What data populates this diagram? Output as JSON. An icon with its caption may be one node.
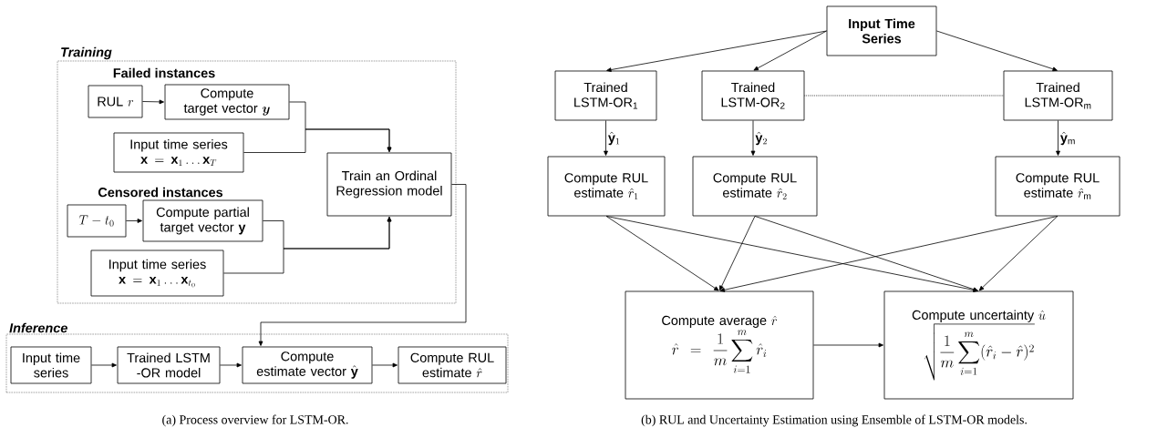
{
  "diagram": {
    "nodes": [
      {
        "text": [
          "Training"
        ]
      },
      {
        "text": [
          "RUL",
          "r"
        ],
        "in": 0
      },
      {
        "text": [
          "Compute target vector",
          "\\boldsymbol{y}"
        ],
        "in": 0
      },
      {
        "text": [
          "Input time series",
          "\\mathbf{x} = \\mathbf{x}_1 \\ldots \\mathbf{x}_T"
        ],
        "in": 0
      },
      {
        "text": [
          "Train an Ordinal Regression model"
        ],
        "in": 0
      },
      {
        "text": [
          "T - t_0"
        ],
        "in": 0
      },
      {
        "text": [
          "Compute partial target vector",
          "\\mathbf{y}"
        ],
        "in": 0
      },
      {
        "text": [
          "Input time series",
          "\\mathbf{x} = \\mathbf{x}_1 \\ldots \\mathbf{x}_{t_0}"
        ],
        "in": 0
      },
      {
        "text": [
          "Inference"
        ]
      },
      {
        "text": [
          "Input time series"
        ],
        "in": 8
      },
      {
        "text": [
          "Trained LSTM -OR model"
        ],
        "in": 8
      },
      {
        "text": [
          "Compute estimate vector",
          "\\hat{\\mathbf{y}}"
        ],
        "in": 8
      },
      {
        "text": [
          "Compute RUL estimate",
          "\\hat{r}"
        ],
        "in": 8
      },
      {
        "text": [
          "Input Time Series"
        ]
      },
      {
        "text": [
          "Trained LSTM-OR$_{1}$"
        ]
      },
      {
        "text": [
          "Trained LSTM-OR$_{2}$"
        ]
      },
      {
        "text": [
          "Trained LSTM-OR$_{m}$"
        ]
      },
      {
        "text": [
          "Compute RUL estimate",
          "\\hat{r}_1"
        ]
      },
      {
        "text": [
          "Compute RUL estimate",
          "\\hat{r}_2"
        ]
      },
      {
        "text": [
          "Compute RUL estimate",
          "\\hat{r}_{\\mathrm{m}}"
        ]
      },
      {
        "text": [
          "Compute average",
          "\\hat{r}",
          "\\hat{r} = \\frac{1}{m}\\sum_{i=1}^{m}\\hat{r}_i"
        ]
      },
      {
        "text": [
          "Compute uncertainty",
          "\\hat{u}",
          "\\sqrt{\\frac{1}{m}\\sum_{i=1}^{m}(\\hat{r}_i-\\hat{r})^2}"
        ]
      }
    ],
    "edges": [
      {
        "from": 1,
        "to": 2,
        "arrow": "to"
      },
      {
        "from": 2,
        "to": 4,
        "arrow": "to"
      },
      {
        "from": 3,
        "to": 4,
        "arrow": "to"
      },
      {
        "from": 5,
        "to": 6,
        "arrow": "to"
      },
      {
        "from": 6,
        "to": 4,
        "arrow": "to"
      },
      {
        "from": 7,
        "to": 4,
        "arrow": "to"
      },
      {
        "from": 4,
        "to": 11,
        "arrow": "to"
      },
      {
        "from": 9,
        "to": 10,
        "arrow": "to"
      },
      {
        "from": 10,
        "to": 11,
        "arrow": "to"
      },
      {
        "from": 11,
        "to": 12,
        "arrow": "to"
      },
      {
        "from": 13,
        "to": 14,
        "arrow": "to"
      },
      {
        "from": 13,
        "to": 15,
        "arrow": "to"
      },
      {
        "from": 13,
        "to": 16,
        "arrow": "to"
      },
      {
        "from": 15,
        "to": 16,
        "arrow": "none",
        "style": "dashed"
      },
      {
        "from": 14,
        "to": 17,
        "arrow": "to",
        "label": "\\hat{\\mathbf{y}}_1"
      },
      {
        "from": 15,
        "to": 18,
        "arrow": "to",
        "label": "\\hat{\\mathbf{y}}_2"
      },
      {
        "from": 16,
        "to": 19,
        "arrow": "to",
        "label": "\\hat{\\mathbf{y}}_{\\mathrm{m}}"
      },
      {
        "from": 17,
        "to": 20,
        "arrow": "to"
      },
      {
        "from": 17,
        "to": 21,
        "arrow": "to"
      },
      {
        "from": 18,
        "to": 20,
        "arrow": "to"
      },
      {
        "from": 18,
        "to": 21,
        "arrow": "to"
      },
      {
        "from": 19,
        "to": 20,
        "arrow": "to"
      },
      {
        "from": 19,
        "to": 21,
        "arrow": "to"
      },
      {
        "from": 20,
        "to": 21,
        "arrow": "to"
      }
    ],
    "labels": [
      "Failed instances",
      "Censored instances",
      "(a) Process overview for LSTM-OR.",
      "(b) RUL and Uncertainty Estimation using Ensemble of LSTM-OR models."
    ]
  }
}
